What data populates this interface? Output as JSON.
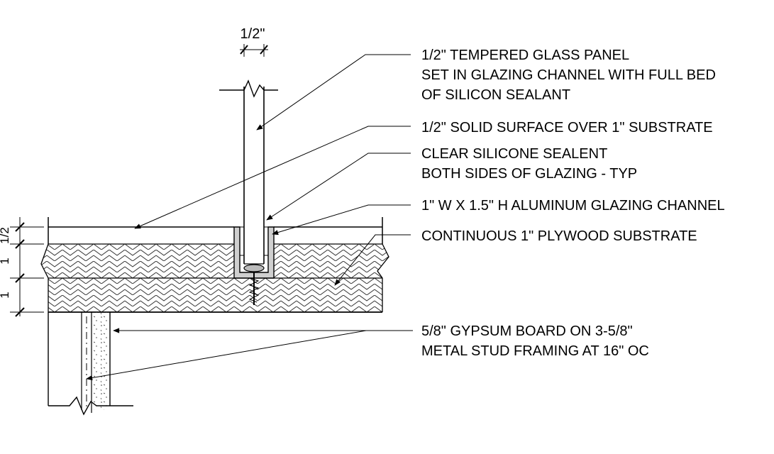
{
  "dimensions": {
    "glass_thickness": "1/2\"",
    "left_dim_1": "1/2",
    "left_dim_2": "1",
    "left_dim_3": "1"
  },
  "callouts": [
    {
      "lines": [
        "1/2\" TEMPERED GLASS PANEL",
        "SET IN GLAZING CHANNEL WITH FULL BED",
        "OF SILICON SEALANT"
      ]
    },
    {
      "lines": [
        "1/2\" SOLID SURFACE OVER 1\" SUBSTRATE"
      ]
    },
    {
      "lines": [
        "CLEAR SILICONE SEALENT",
        "BOTH SIDES OF GLAZING - TYP"
      ]
    },
    {
      "lines": [
        "1\" W X 1.5\" H ALUMINUM GLAZING CHANNEL"
      ]
    },
    {
      "lines": [
        "CONTINUOUS 1\" PLYWOOD SUBSTRATE"
      ]
    },
    {
      "lines": [
        "5/8\" GYPSUM BOARD ON 3-5/8\"",
        "METAL STUD FRAMING AT 16\" OC"
      ]
    }
  ],
  "colors": {
    "line": "#000000",
    "background": "#ffffff",
    "hatch": "#333333",
    "channel_fill": "#cfcfcf"
  }
}
